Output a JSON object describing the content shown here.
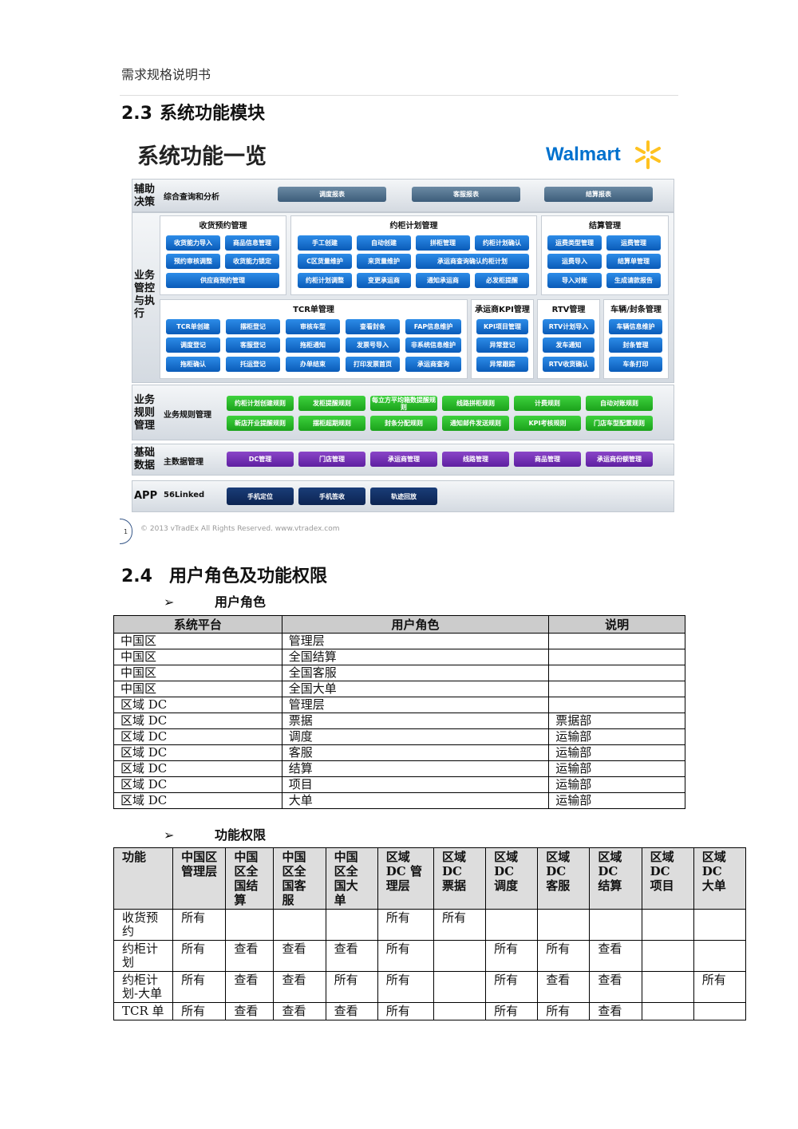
{
  "header": {
    "title": "需求规格说明书"
  },
  "section_23": {
    "num": "2.3",
    "title": "系统功能模块"
  },
  "slide": {
    "title": "系统功能一览",
    "logo": "Walmart",
    "bands": {
      "aux": {
        "label": "辅助决策",
        "sub": "综合查询和分析",
        "items": [
          "调度报表",
          "客服报表",
          "结算报表"
        ]
      },
      "biz": {
        "label": "业务管控与执行"
      },
      "rules": {
        "label": "业务规则管理",
        "sub": "业务规则管理"
      },
      "base": {
        "label": "基础数据",
        "sub": "主数据管理",
        "items": [
          "DC管理",
          "门店管理",
          "承运商管理",
          "线路管理",
          "商品管理",
          "承运商份额管理"
        ]
      },
      "app": {
        "label": "APP",
        "sub": "56Linked",
        "items": [
          "手机定位",
          "手机签收",
          "轨迹回放"
        ]
      }
    },
    "groups": {
      "receipt": {
        "title": "收货预约管理",
        "items": [
          "收货能力导入",
          "商品信息管理",
          "预约审核调整",
          "收货能力锁定",
          "供应商预约管理"
        ]
      },
      "cabinet": {
        "title": "约柜计划管理",
        "items": [
          "手工创建",
          "自动创建",
          "拼柜管理",
          "约柜计划确认",
          "C区货量维护",
          "来货量维护",
          "承运商查询确认约柜计划",
          "约柜计划调整",
          "变更承运商",
          "通知承运商",
          "必发柜提醒"
        ]
      },
      "settle": {
        "title": "结算管理",
        "items": [
          "运费类型管理",
          "运费管理",
          "运费导入",
          "结算单管理",
          "导入对账",
          "生成请款报告"
        ]
      },
      "tcr": {
        "title": "TCR单管理",
        "items": [
          "TCR单创建",
          "摆柜登记",
          "审核车型",
          "查看封条",
          "FAP信息维护",
          "调度登记",
          "客服登记",
          "拖柜通知",
          "发票号导入",
          "非系统信息维护",
          "拖柜确认",
          "托运登记",
          "办单结束",
          "打印发票首页",
          "承运商查询"
        ]
      },
      "kpi": {
        "title": "承运商KPI管理",
        "items": [
          "KPI项目管理",
          "异常登记",
          "异常跟踪"
        ]
      },
      "rtv": {
        "title": "RTV管理",
        "items": [
          "RTV计划导入",
          "发车通知",
          "RTV收货确认"
        ]
      },
      "vehicle": {
        "title": "车辆/封条管理",
        "items": [
          "车辆信息维护",
          "封条管理",
          "车条打印"
        ]
      },
      "rules": {
        "items": [
          "约柜计划创建规则",
          "发柜提醒规则",
          "每立方平均箱数提醒规则",
          "线路拼柜规则",
          "计费规则",
          "自动对账规则",
          "新店开业提醒规则",
          "摆柜超期规则",
          "封条分配规则",
          "通知邮件发送规则",
          "KPI考核规则",
          "门店车型配置规则"
        ]
      }
    },
    "page_num": "1",
    "copyright": "© 2013 vTradEx All Rights Reserved.   www.vtradex.com"
  },
  "section_24": {
    "num": "2.4",
    "title": "用户角色及功能权限"
  },
  "sub_roles": {
    "arrow": "➢",
    "title": "用户角色"
  },
  "roles_table": {
    "headers": [
      "系统平台",
      "用户角色",
      "说明"
    ],
    "rows": [
      [
        "中国区",
        "管理层",
        ""
      ],
      [
        "中国区",
        "全国结算",
        ""
      ],
      [
        "中国区",
        "全国客服",
        ""
      ],
      [
        "中国区",
        "全国大单",
        ""
      ],
      [
        "区域 DC",
        "管理层",
        ""
      ],
      [
        "区域 DC",
        "票据",
        "票据部"
      ],
      [
        "区域 DC",
        "调度",
        "运输部"
      ],
      [
        "区域 DC",
        "客服",
        "运输部"
      ],
      [
        "区域 DC",
        "结算",
        "运输部"
      ],
      [
        "区域 DC",
        "项目",
        "运输部"
      ],
      [
        "区域 DC",
        "大单",
        "运输部"
      ]
    ]
  },
  "sub_perms": {
    "arrow": "➢",
    "title": "功能权限"
  },
  "perms_table": {
    "headers": [
      "功能",
      "中国区管理层",
      "中国区全国结算",
      "中国区全国客服",
      "中国区全国大单",
      "区域 DC 管理层",
      "区域 DC 票据",
      "区域 DC 调度",
      "区域 DC 客服",
      "区域 DC 结算",
      "区域 DC 项目",
      "区域 DC 大单"
    ],
    "rows": [
      [
        "收货预约",
        "所有",
        "",
        "",
        "",
        "所有",
        "所有",
        "",
        "",
        "",
        "",
        ""
      ],
      [
        "约柜计划",
        "所有",
        "查看",
        "查看",
        "查看",
        "所有",
        "",
        "所有",
        "所有",
        "查看",
        "",
        ""
      ],
      [
        "约柜计划-大单",
        "所有",
        "查看",
        "查看",
        "所有",
        "所有",
        "",
        "所有",
        "查看",
        "查看",
        "",
        "所有"
      ],
      [
        "TCR 单",
        "所有",
        "查看",
        "查看",
        "查看",
        "所有",
        "",
        "所有",
        "所有",
        "查看",
        "",
        ""
      ]
    ]
  }
}
